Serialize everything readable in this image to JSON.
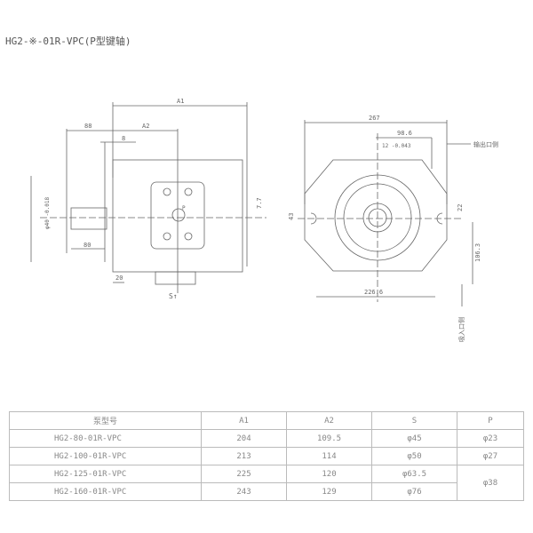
{
  "title": "HG2-※-01R-VPC(P型键轴)",
  "side_view": {
    "dims": {
      "a1": "A1",
      "a2": "A2",
      "d88": "88",
      "d8": "8",
      "shaft": "φ40 -0.018",
      "d80": "80",
      "d20": "20",
      "d77": "7.7",
      "port": "P",
      "s_mark": "S↑"
    }
  },
  "front_view": {
    "dims": {
      "d267": "267",
      "d986": "98.6",
      "key": "12 -0.043",
      "d22": "22",
      "d43": "43",
      "d1063": "106.3",
      "d2266": "226.6"
    },
    "outlet_label": "输出口侧",
    "inlet_label": "吸入口侧"
  },
  "table": {
    "headers": [
      "泵型号",
      "A1",
      "A2",
      "S",
      "P"
    ],
    "rows": [
      {
        "model": "HG2-80-01R-VPC",
        "a1": "204",
        "a2": "109.5",
        "s": "φ45",
        "p": "φ23"
      },
      {
        "model": "HG2-100-01R-VPC",
        "a1": "213",
        "a2": "114",
        "s": "φ50",
        "p": "φ27"
      },
      {
        "model": "HG2-125-01R-VPC",
        "a1": "225",
        "a2": "120",
        "s": "φ63.5",
        "p": "φ38"
      },
      {
        "model": "HG2-160-01R-VPC",
        "a1": "243",
        "a2": "129",
        "s": "φ76"
      }
    ]
  }
}
